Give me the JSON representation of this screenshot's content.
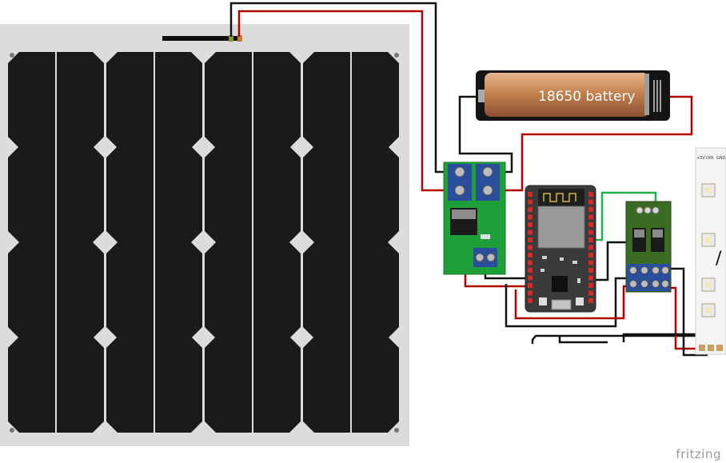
{
  "battery": {
    "label": "18650 battery"
  },
  "led_strip": {
    "pin_labels": [
      "+5V",
      "DIN",
      "GND"
    ],
    "cut_marker": "/"
  },
  "watermark": {
    "text": "fritzing"
  },
  "colors": {
    "panel_frame": "#dcdcdc",
    "solar_cell": "#1a1a1a",
    "wire_red": "#b00000",
    "wire_black": "#111111",
    "wire_green": "#23b14d",
    "pcb_green": "#1f9f3a",
    "terminal_blue": "#2a4e9c",
    "esp32_board": "#3a3a3a",
    "battery_copper": "#b87333",
    "mosfet_board": "#3a6b22",
    "strip_white": "#f4f4f4"
  }
}
